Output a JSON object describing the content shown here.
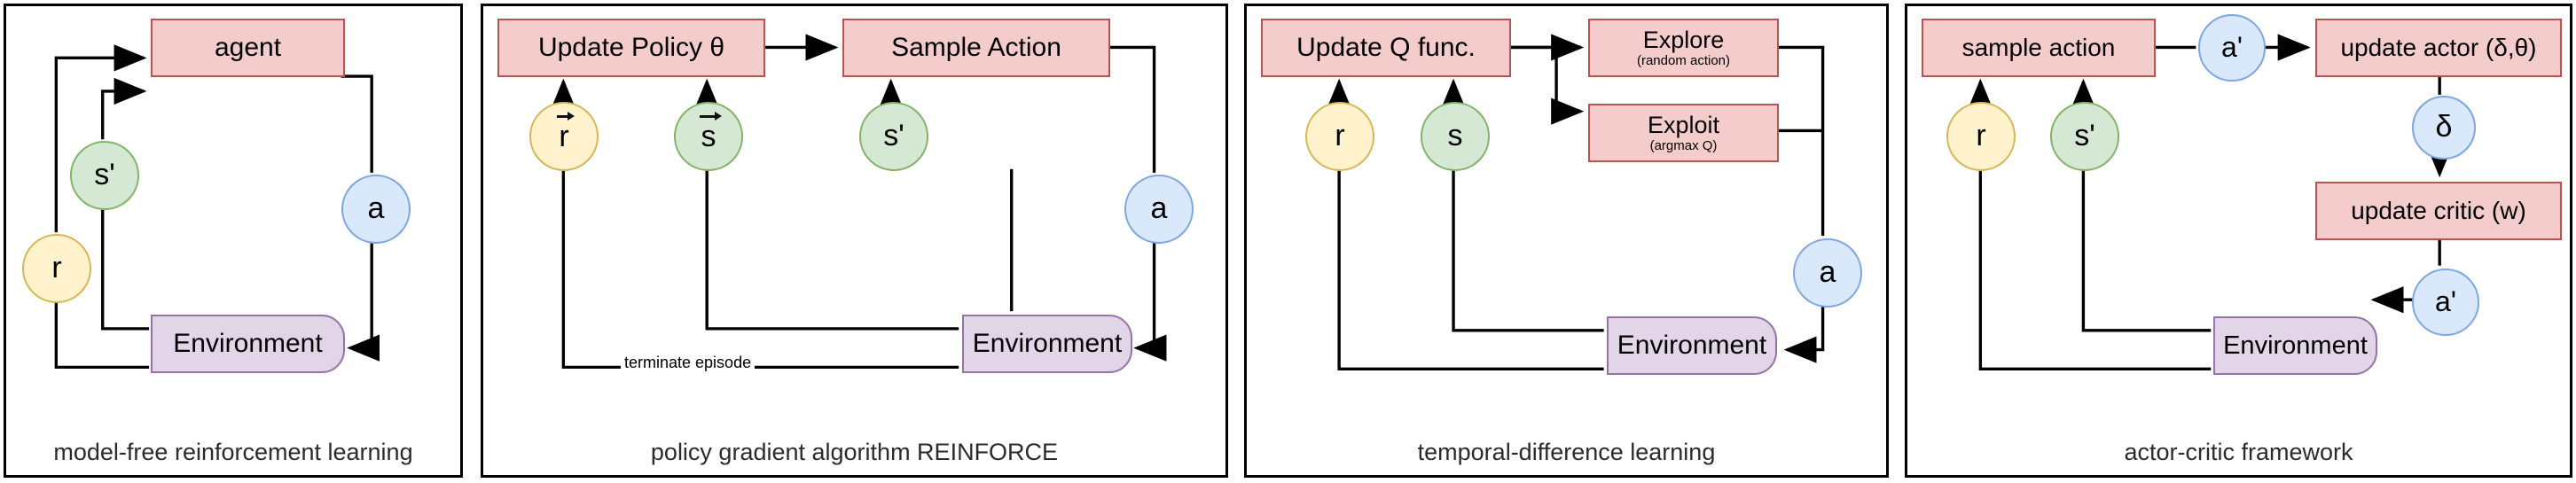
{
  "colors": {
    "process_fill": "#f5cccc",
    "process_stroke": "#b85450",
    "env_fill": "#e1d5e7",
    "env_stroke": "#9673a6",
    "reward_fill": "#fff2cc",
    "reward_stroke": "#d6b656",
    "state_fill": "#d5e8d4",
    "state_stroke": "#82b366",
    "action_fill": "#dae8fc",
    "action_stroke": "#7ea6e0",
    "wire": "#000000",
    "caption": "#2b2b2b"
  },
  "panels": [
    {
      "id": "model-free-rl",
      "caption": "model-free reinforcement learning",
      "nodes": {
        "agent": "agent",
        "environment": "Environment",
        "state_next": "s'",
        "reward": "r",
        "action": "a"
      }
    },
    {
      "id": "policy-gradient-reinforce",
      "caption": "policy gradient algorithm REINFORCE",
      "nodes": {
        "update_policy": "Update Policy θ",
        "sample_action": "Sample Action",
        "reward_vector": "r",
        "state_vector": "s",
        "state_next": "s'",
        "action": "a",
        "environment": "Environment"
      },
      "edge_labels": {
        "terminate": "terminate episode"
      }
    },
    {
      "id": "temporal-difference",
      "caption": "temporal-difference learning",
      "nodes": {
        "update_q": "Update Q func.",
        "explore_title": "Explore",
        "explore_sub": "(random action)",
        "exploit_title": "Exploit",
        "exploit_sub": "(argmax Q)",
        "reward": "r",
        "state": "s",
        "action": "a",
        "environment": "Environment"
      }
    },
    {
      "id": "actor-critic",
      "caption": "actor-critic framework",
      "nodes": {
        "sample_action": "sample action",
        "action_next_top": "a'",
        "update_actor": "update actor (δ,θ)",
        "delta": "δ",
        "update_critic": "update critic (w)",
        "action_next_bottom": "a'",
        "reward": "r",
        "state_next": "s'",
        "environment": "Environment"
      }
    }
  ]
}
